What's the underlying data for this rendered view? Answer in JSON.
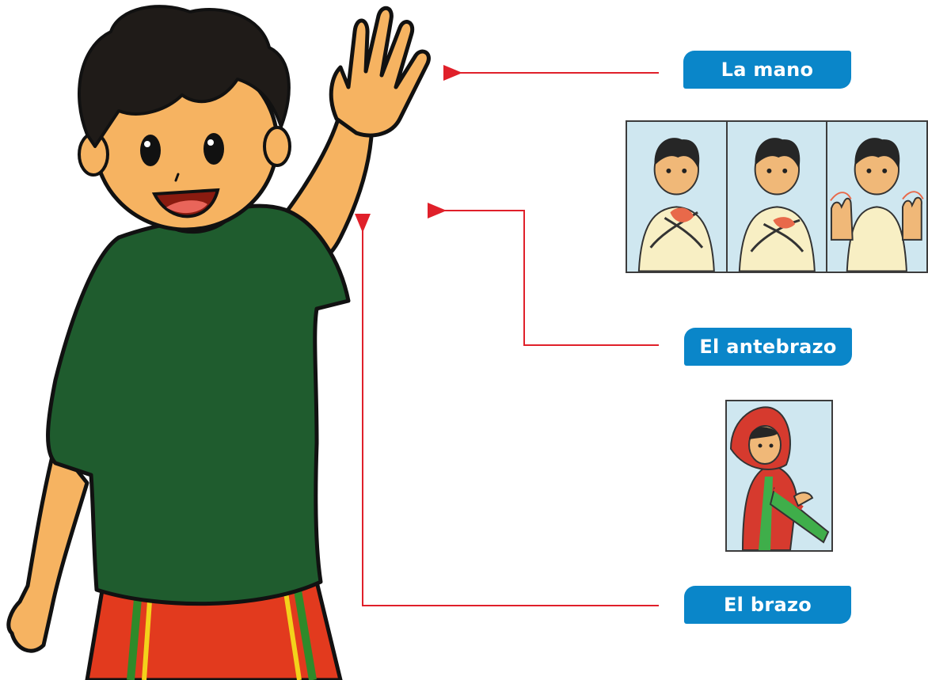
{
  "labels": {
    "mano": "La mano",
    "antebrazo": "El antebrazo",
    "brazo": "El brazo"
  },
  "colors": {
    "label_bg": "#0a86c9",
    "label_text": "#ffffff",
    "arrow": "#e0202a",
    "shirt": "#1f5c2e",
    "skin": "#f6b361",
    "shorts": "#e23a1e",
    "hair": "#1f1b18",
    "sign_bg": "#cfe7f0",
    "sign_sweater": "#f8efc4"
  },
  "icons": {
    "boy": "boy-waving-illustration",
    "sign_hand": "sign-language-hand-panels",
    "sign_arm": "sign-language-arm-panel"
  }
}
